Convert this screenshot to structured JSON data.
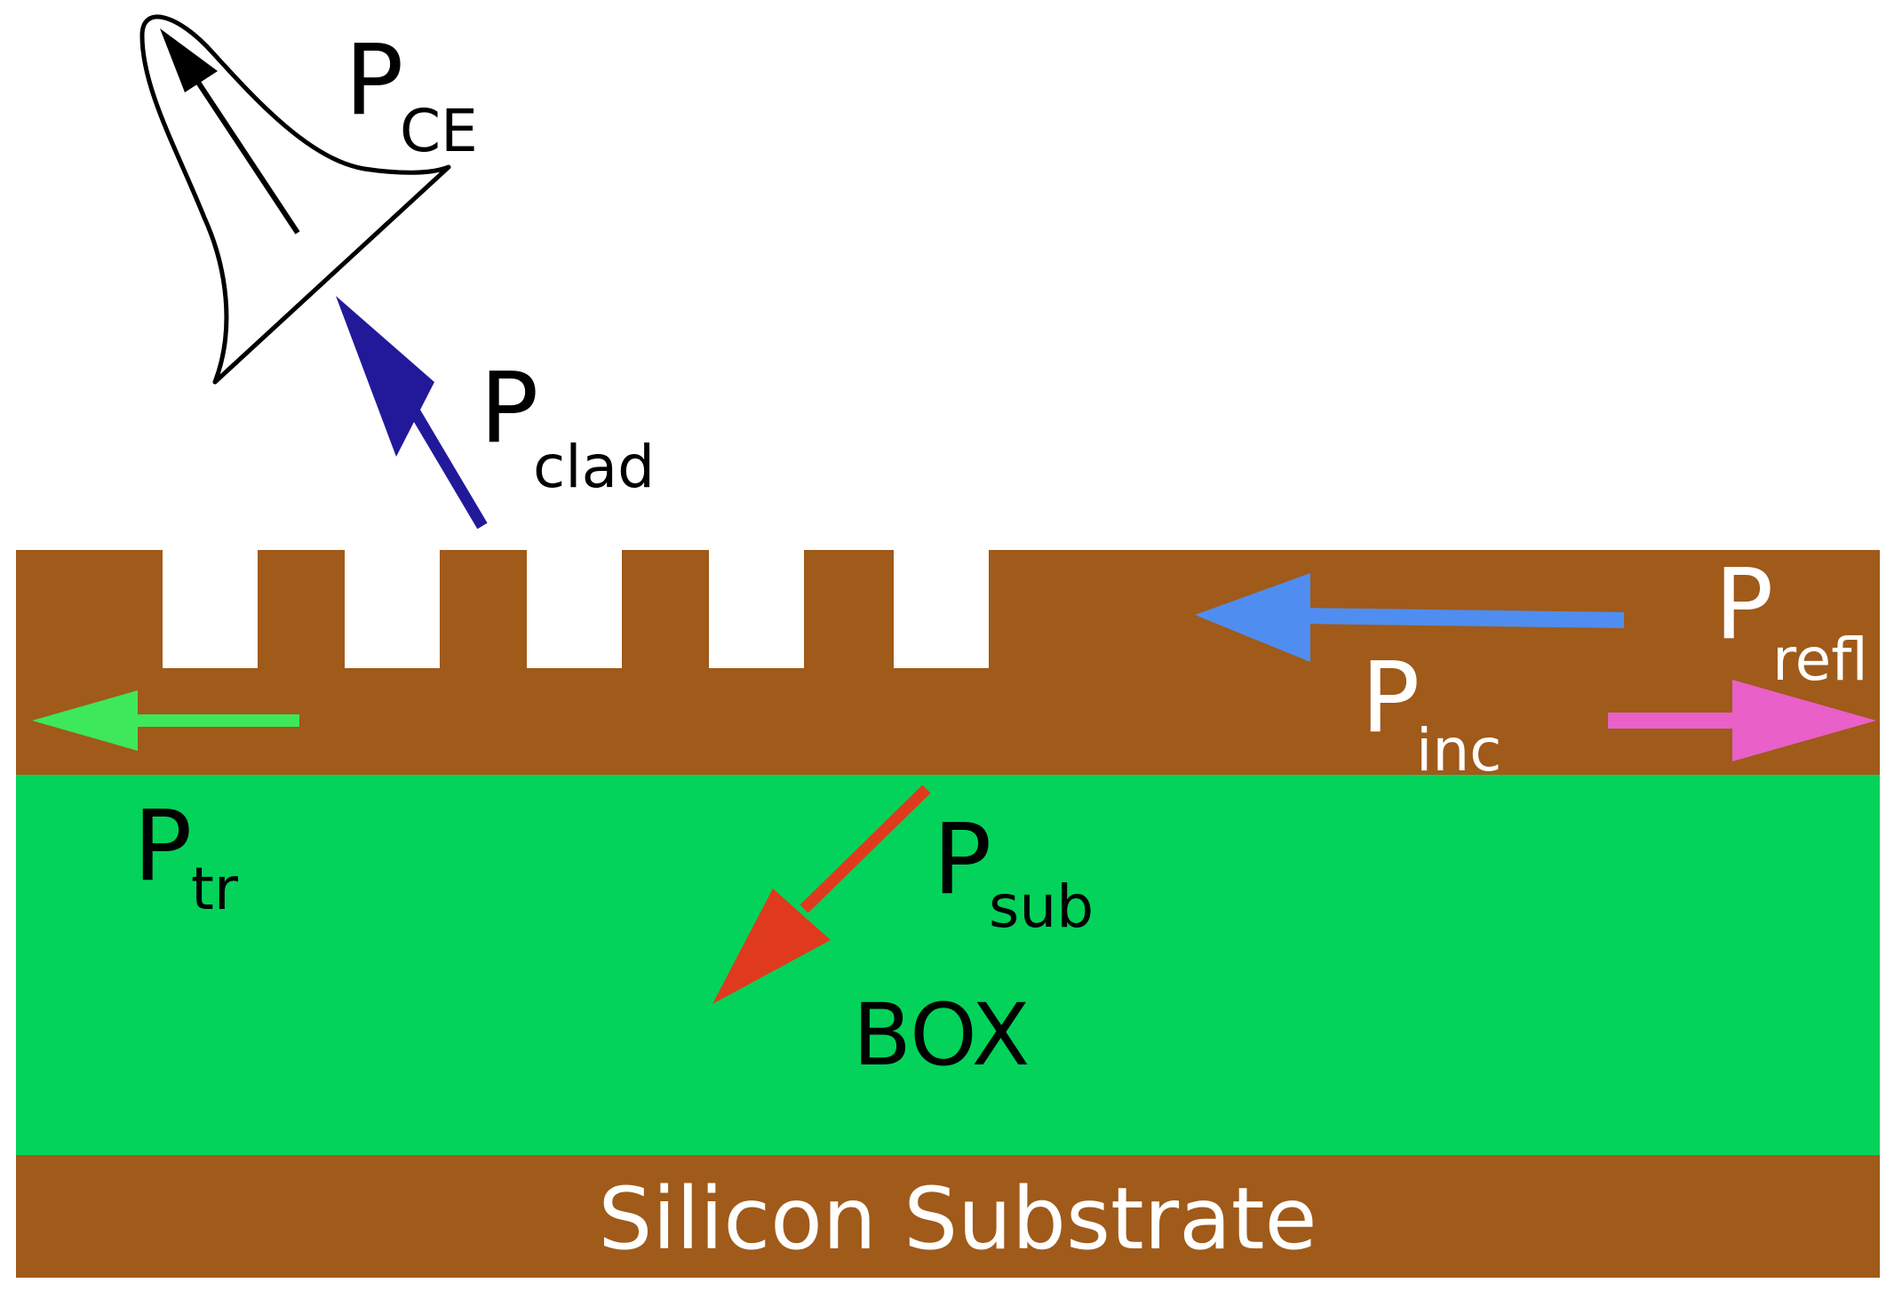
{
  "labels": {
    "p_ce": {
      "main": "P",
      "sub": "CE"
    },
    "p_clad": {
      "main": "P",
      "sub": "clad"
    },
    "p_refl": {
      "main": "P",
      "sub": "refl"
    },
    "p_inc": {
      "main": "P",
      "sub": "inc"
    },
    "p_tr": {
      "main": "P",
      "sub": "tr"
    },
    "p_sub": {
      "main": "P",
      "sub": "sub"
    },
    "box": "BOX",
    "substrate": "Silicon Substrate"
  },
  "colors": {
    "silicon": "#a05a1a",
    "box": "#03d35a",
    "clad_arrow": "#22199a",
    "inc_arrow": "#4f8ef0",
    "refl_arrow": "#e860c8",
    "tr_arrow": "#3de85a",
    "sub_arrow": "#e03a1e",
    "text_dark": "#000000",
    "text_light": "#ffffff"
  }
}
